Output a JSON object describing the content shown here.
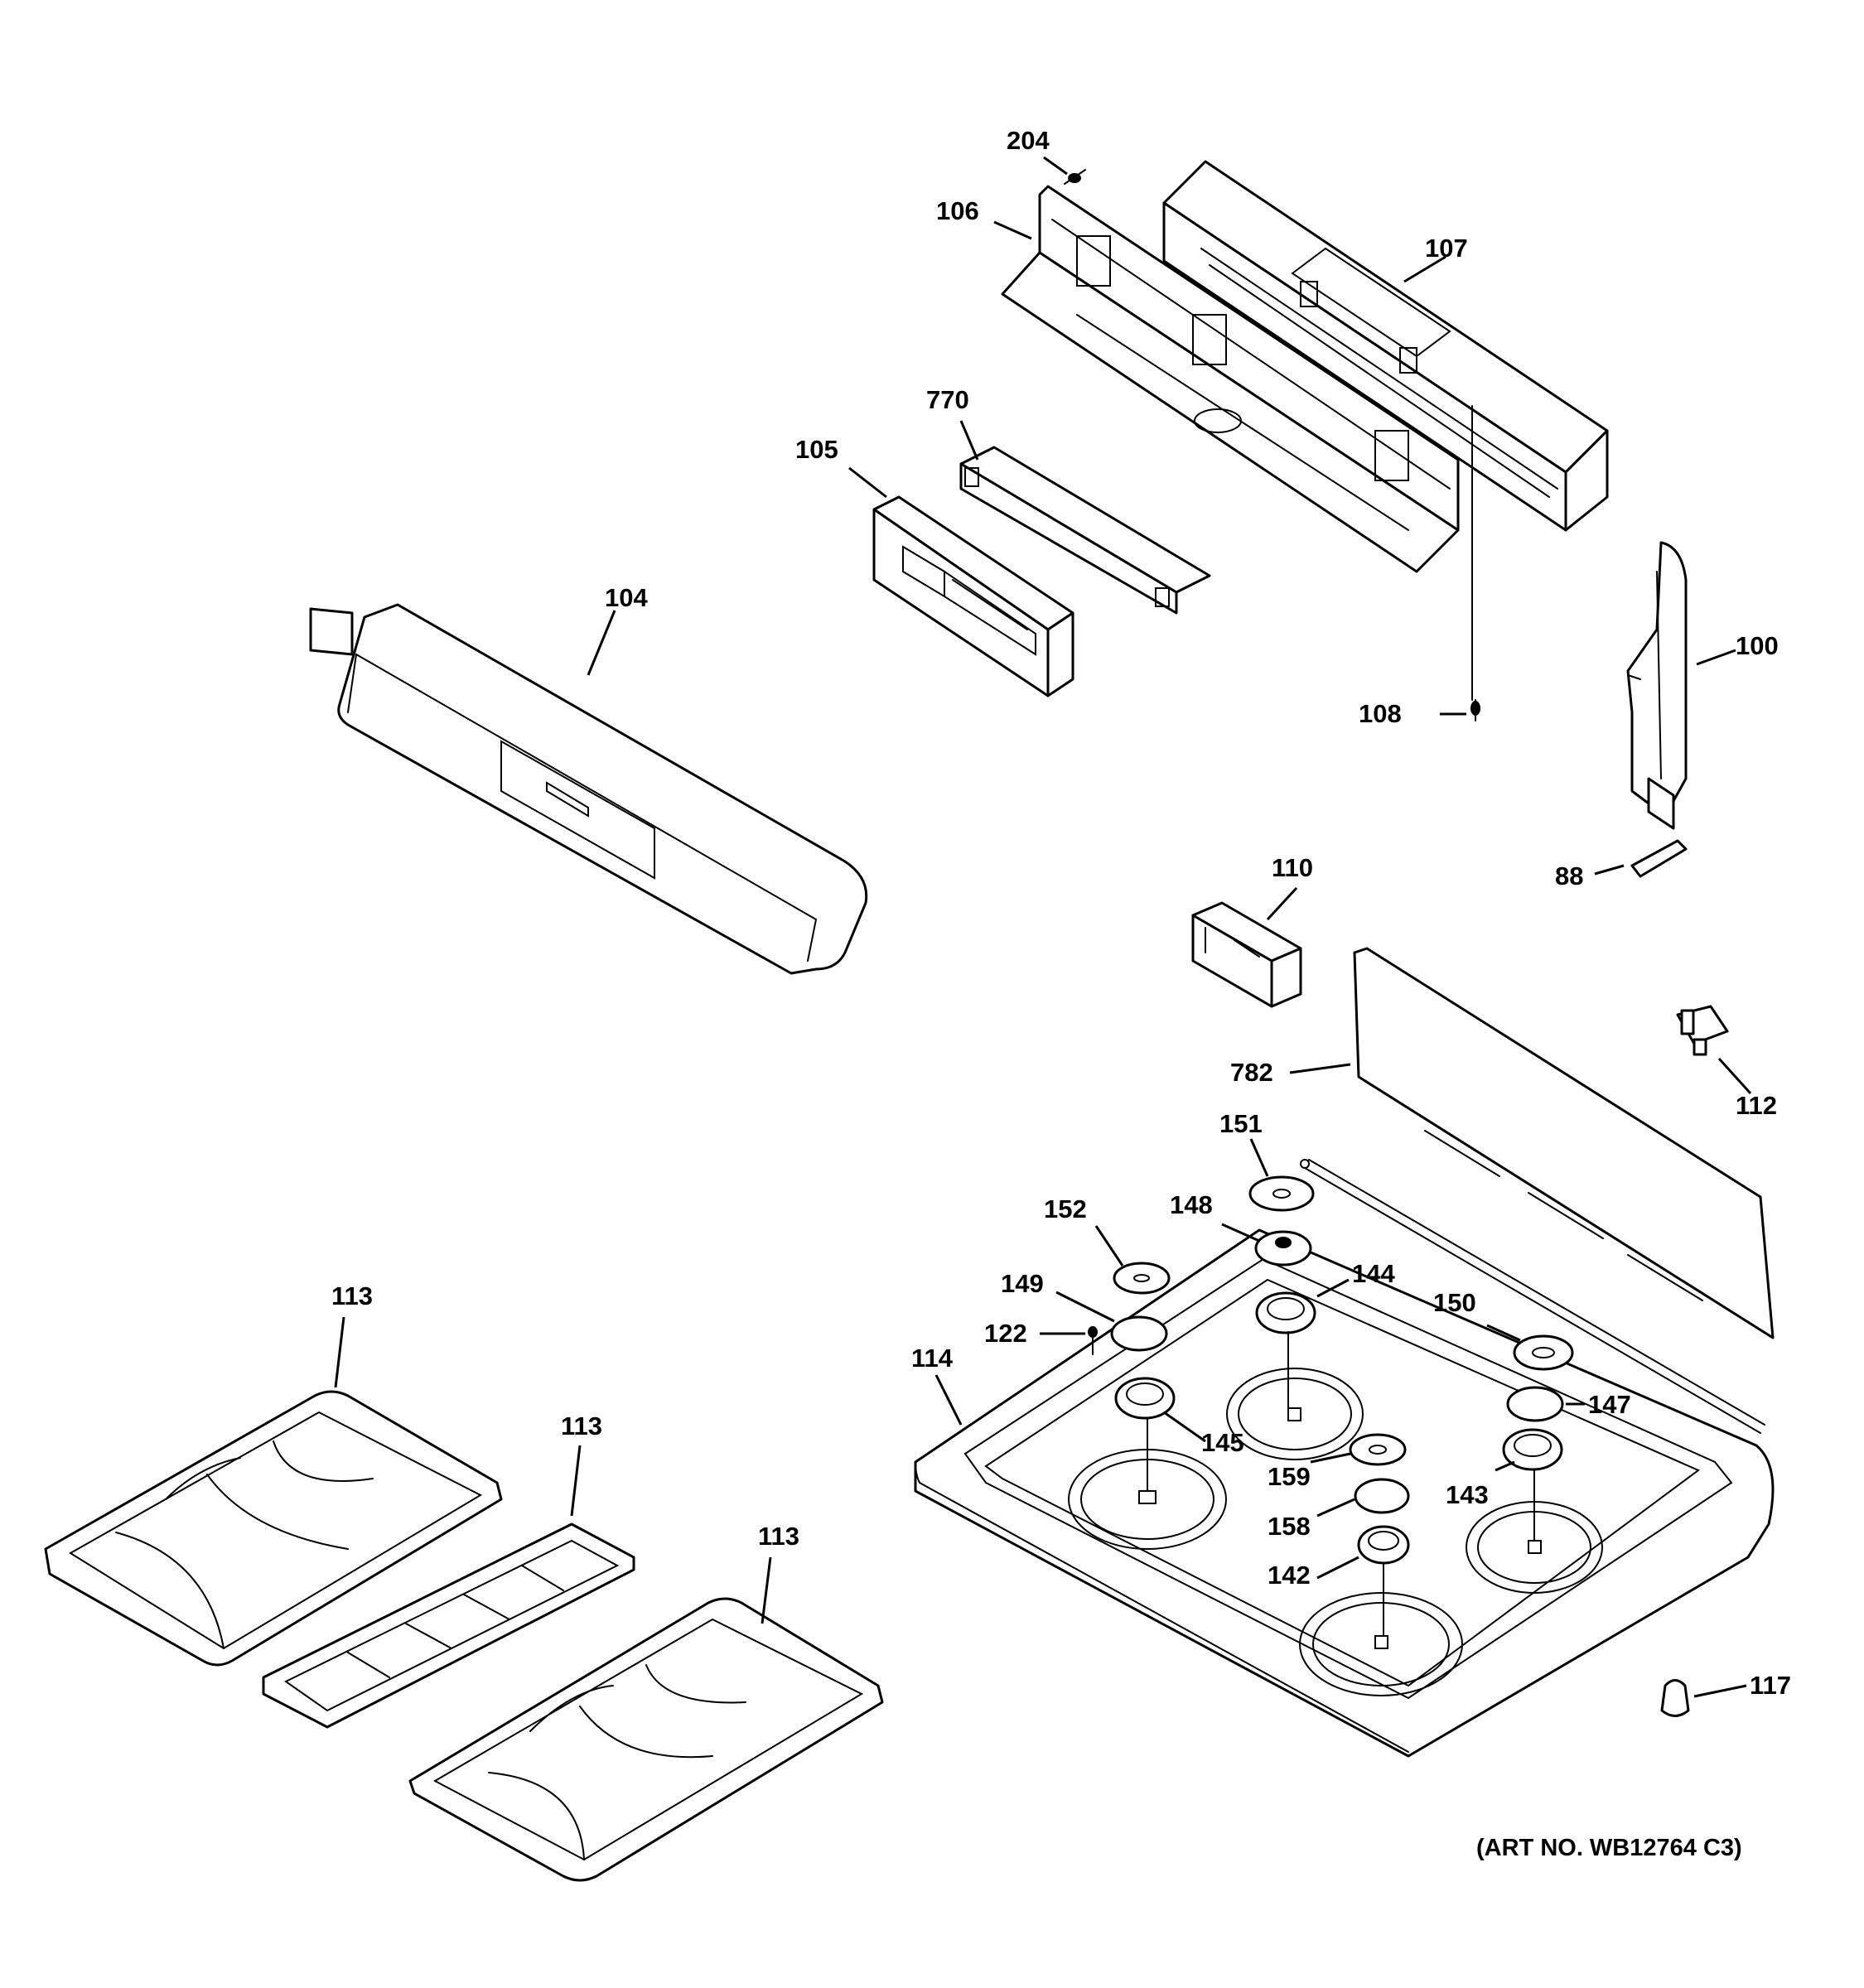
{
  "labels": {
    "p204": "204",
    "p106": "106",
    "p107": "107",
    "p770": "770",
    "p105": "105",
    "p104": "104",
    "p100": "100",
    "p108": "108",
    "p88": "88",
    "p110": "110",
    "p782": "782",
    "p112": "112",
    "p151": "151",
    "p152": "152",
    "p148": "148",
    "p149": "149",
    "p144": "144",
    "p150": "150",
    "p122": "122",
    "p114": "114",
    "p147": "147",
    "p145": "145",
    "p159": "159",
    "p143": "143",
    "p158": "158",
    "p142": "142",
    "p117": "117",
    "p113a": "113",
    "p113b": "113",
    "p113c": "113"
  },
  "art_number": "(ART NO. WB12764 C3)"
}
